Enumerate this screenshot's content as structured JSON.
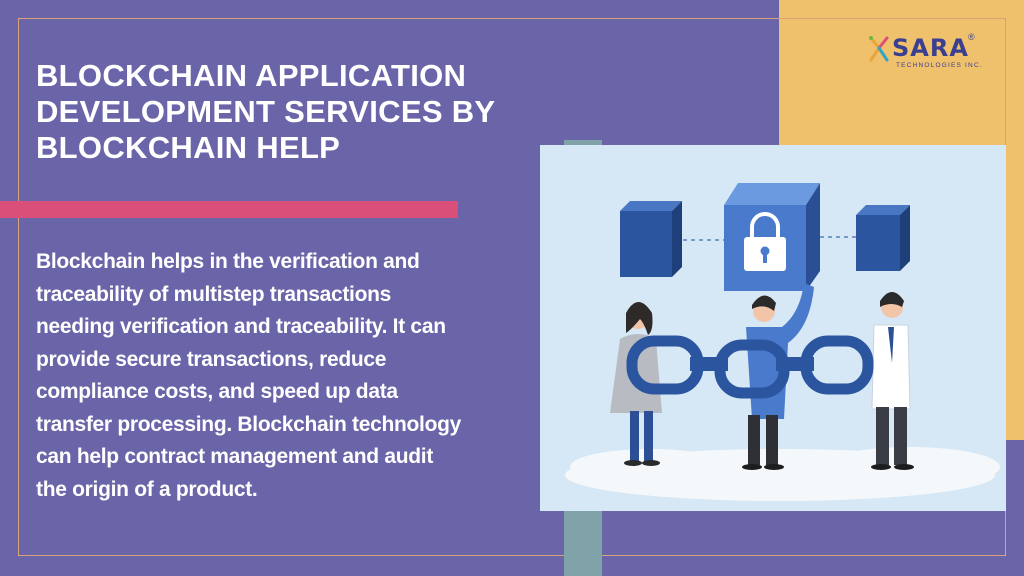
{
  "slide": {
    "title_lines": [
      "BLOCKCHAIN APPLICATION",
      "DEVELOPMENT SERVICES BY",
      "BLOCKCHAIN HELP"
    ],
    "body_lines": [
      "Blockchain helps in the verification and",
      "traceability of multistep transactions",
      "needing verification and traceability. It can",
      "provide secure transactions, reduce",
      "compliance costs, and speed up data",
      "transfer processing. Blockchain technology",
      "can help contract management and audit",
      "the origin of a product."
    ]
  },
  "logo": {
    "word": "SARA",
    "registered": "®",
    "tagline": "TECHNOLOGIES INC."
  },
  "colors": {
    "background": "#6a65a8",
    "accent_yellow": "#efc16c",
    "accent_pink": "#d94f7a",
    "accent_teal": "#7fa3a8",
    "illustration_bg": "#d6e8f5"
  },
  "icons": [
    "sara-x-logo-icon",
    "padlock-icon",
    "chain-icon",
    "cube-icon"
  ]
}
